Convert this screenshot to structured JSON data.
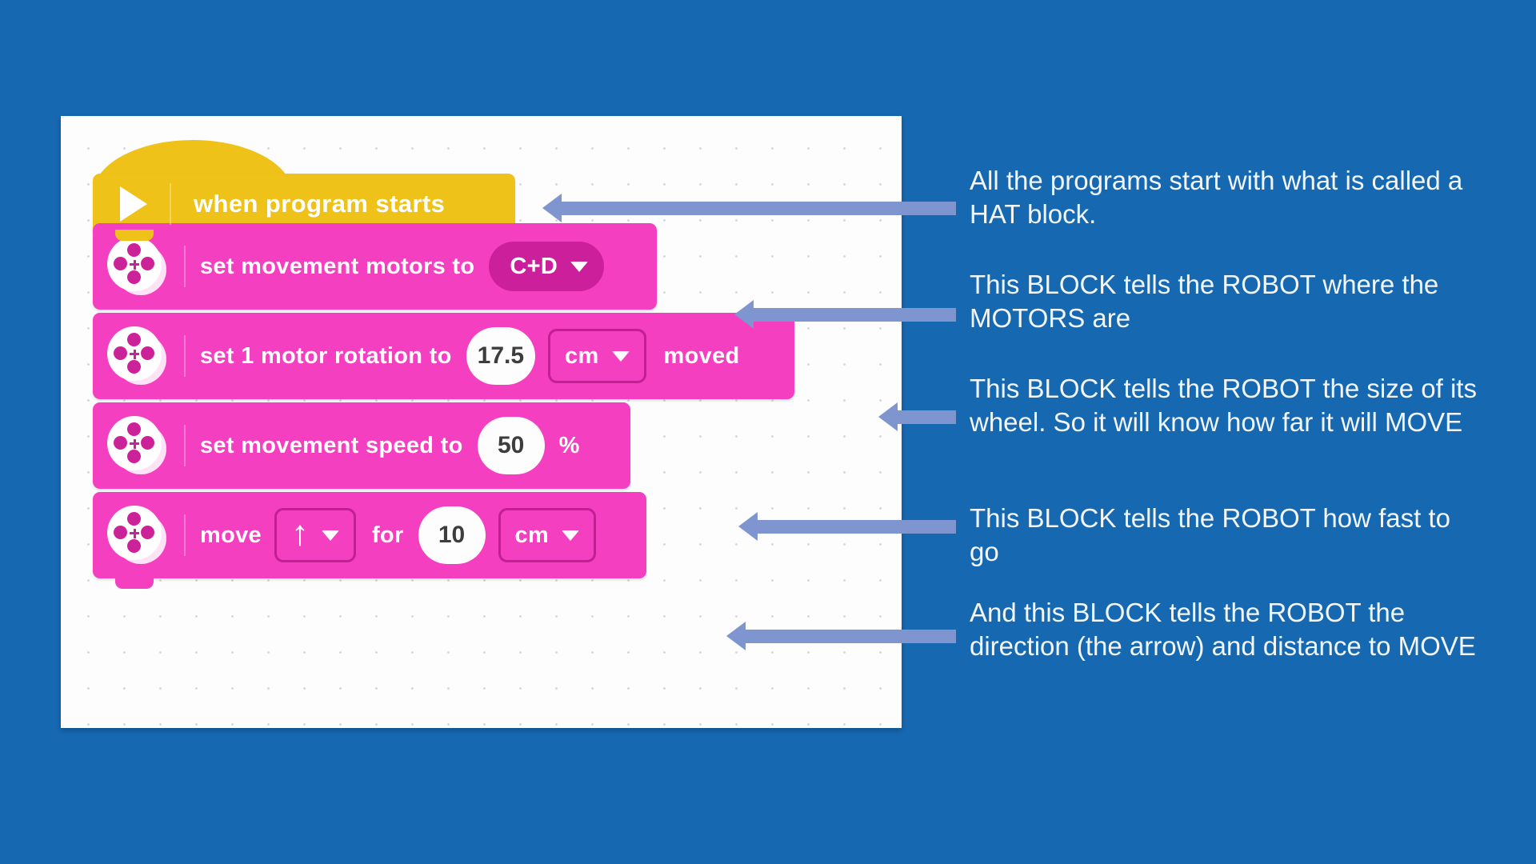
{
  "theme": {
    "background_color": "#1668b1",
    "canvas_color": "#fdfdfd",
    "hat_block_color": "#eec218",
    "movement_block_color": "#f43fc1",
    "dropdown_fill_color": "#cc1f9b",
    "arrow_color": "#7e95cf",
    "text_color": "#ffffff"
  },
  "canvas": {
    "blocks": [
      {
        "type": "hat",
        "icon": "play-icon",
        "label": "when program starts"
      },
      {
        "type": "movement",
        "icon": "motor-wheel-icon",
        "label": "set movement motors to",
        "dropdown_value": "C+D"
      },
      {
        "type": "movement",
        "icon": "motor-wheel-icon",
        "label": "set 1 motor rotation to",
        "number_value": "17.5",
        "unit_value": "cm",
        "trailing_label": "moved"
      },
      {
        "type": "movement",
        "icon": "motor-wheel-icon",
        "label": "set movement speed to",
        "number_value": "50",
        "unit_label": "%"
      },
      {
        "type": "movement",
        "icon": "motor-wheel-icon",
        "label": "move",
        "direction_glyph": "↑",
        "for_label": "for",
        "number_value": "10",
        "unit_value": "cm"
      }
    ]
  },
  "annotations": [
    {
      "id": "note-hat",
      "text": "All the programs start with what is called a HAT block."
    },
    {
      "id": "note-motors",
      "text": "This BLOCK tells the ROBOT where the MOTORS are"
    },
    {
      "id": "note-wheel",
      "text": "This BLOCK tells the ROBOT the size of its wheel. So it will know how far it will MOVE"
    },
    {
      "id": "note-speed",
      "text": "This BLOCK tells the ROBOT how fast to go"
    },
    {
      "id": "note-move",
      "text": "And this BLOCK tells the ROBOT the direction (the arrow) and distance to MOVE"
    }
  ]
}
